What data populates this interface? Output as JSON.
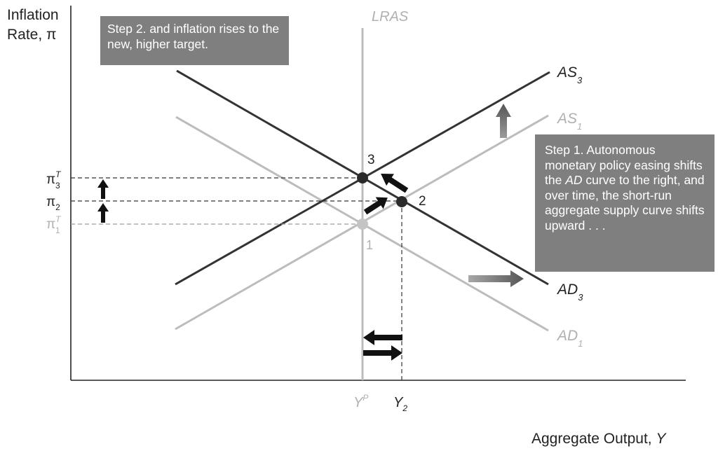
{
  "axes": {
    "y_title_line1": "Inflation",
    "y_title_line2": "Rate, π",
    "x_title": "Aggregate Output, ",
    "x_title_var": "Y"
  },
  "curves": {
    "lras": "LRAS",
    "as3_base": "AS",
    "as3_sub": "3",
    "as1_base": "AS",
    "as1_sub": "1",
    "ad3_base": "AD",
    "ad3_sub": "3",
    "ad1_base": "AD",
    "ad1_sub": "1"
  },
  "y_ticks": {
    "pi3_base": "π",
    "pi3_sub": "3",
    "pi3_sup": "T",
    "pi2_base": "π",
    "pi2_sub": "2",
    "pi1_base": "π",
    "pi1_sub": "1",
    "pi1_sup": "T"
  },
  "x_ticks": {
    "yp_base": "Y",
    "yp_sup": "P",
    "y2_base": "Y",
    "y2_sub": "2"
  },
  "points": {
    "p1": "1",
    "p2": "2",
    "p3": "3"
  },
  "annotations": {
    "step2": "Step 2. and inflation rises to the new, higher target.",
    "step1_a": "Step 1. Autonomous monetary policy easing shifts the ",
    "step1_ad": "AD",
    "step1_b": " curve to the right, and over time, the short-run aggregate supply curve shifts upward . . ."
  },
  "colors": {
    "dark": "#333333",
    "light": "#bcbcbc",
    "box": "#7f7f7f"
  }
}
